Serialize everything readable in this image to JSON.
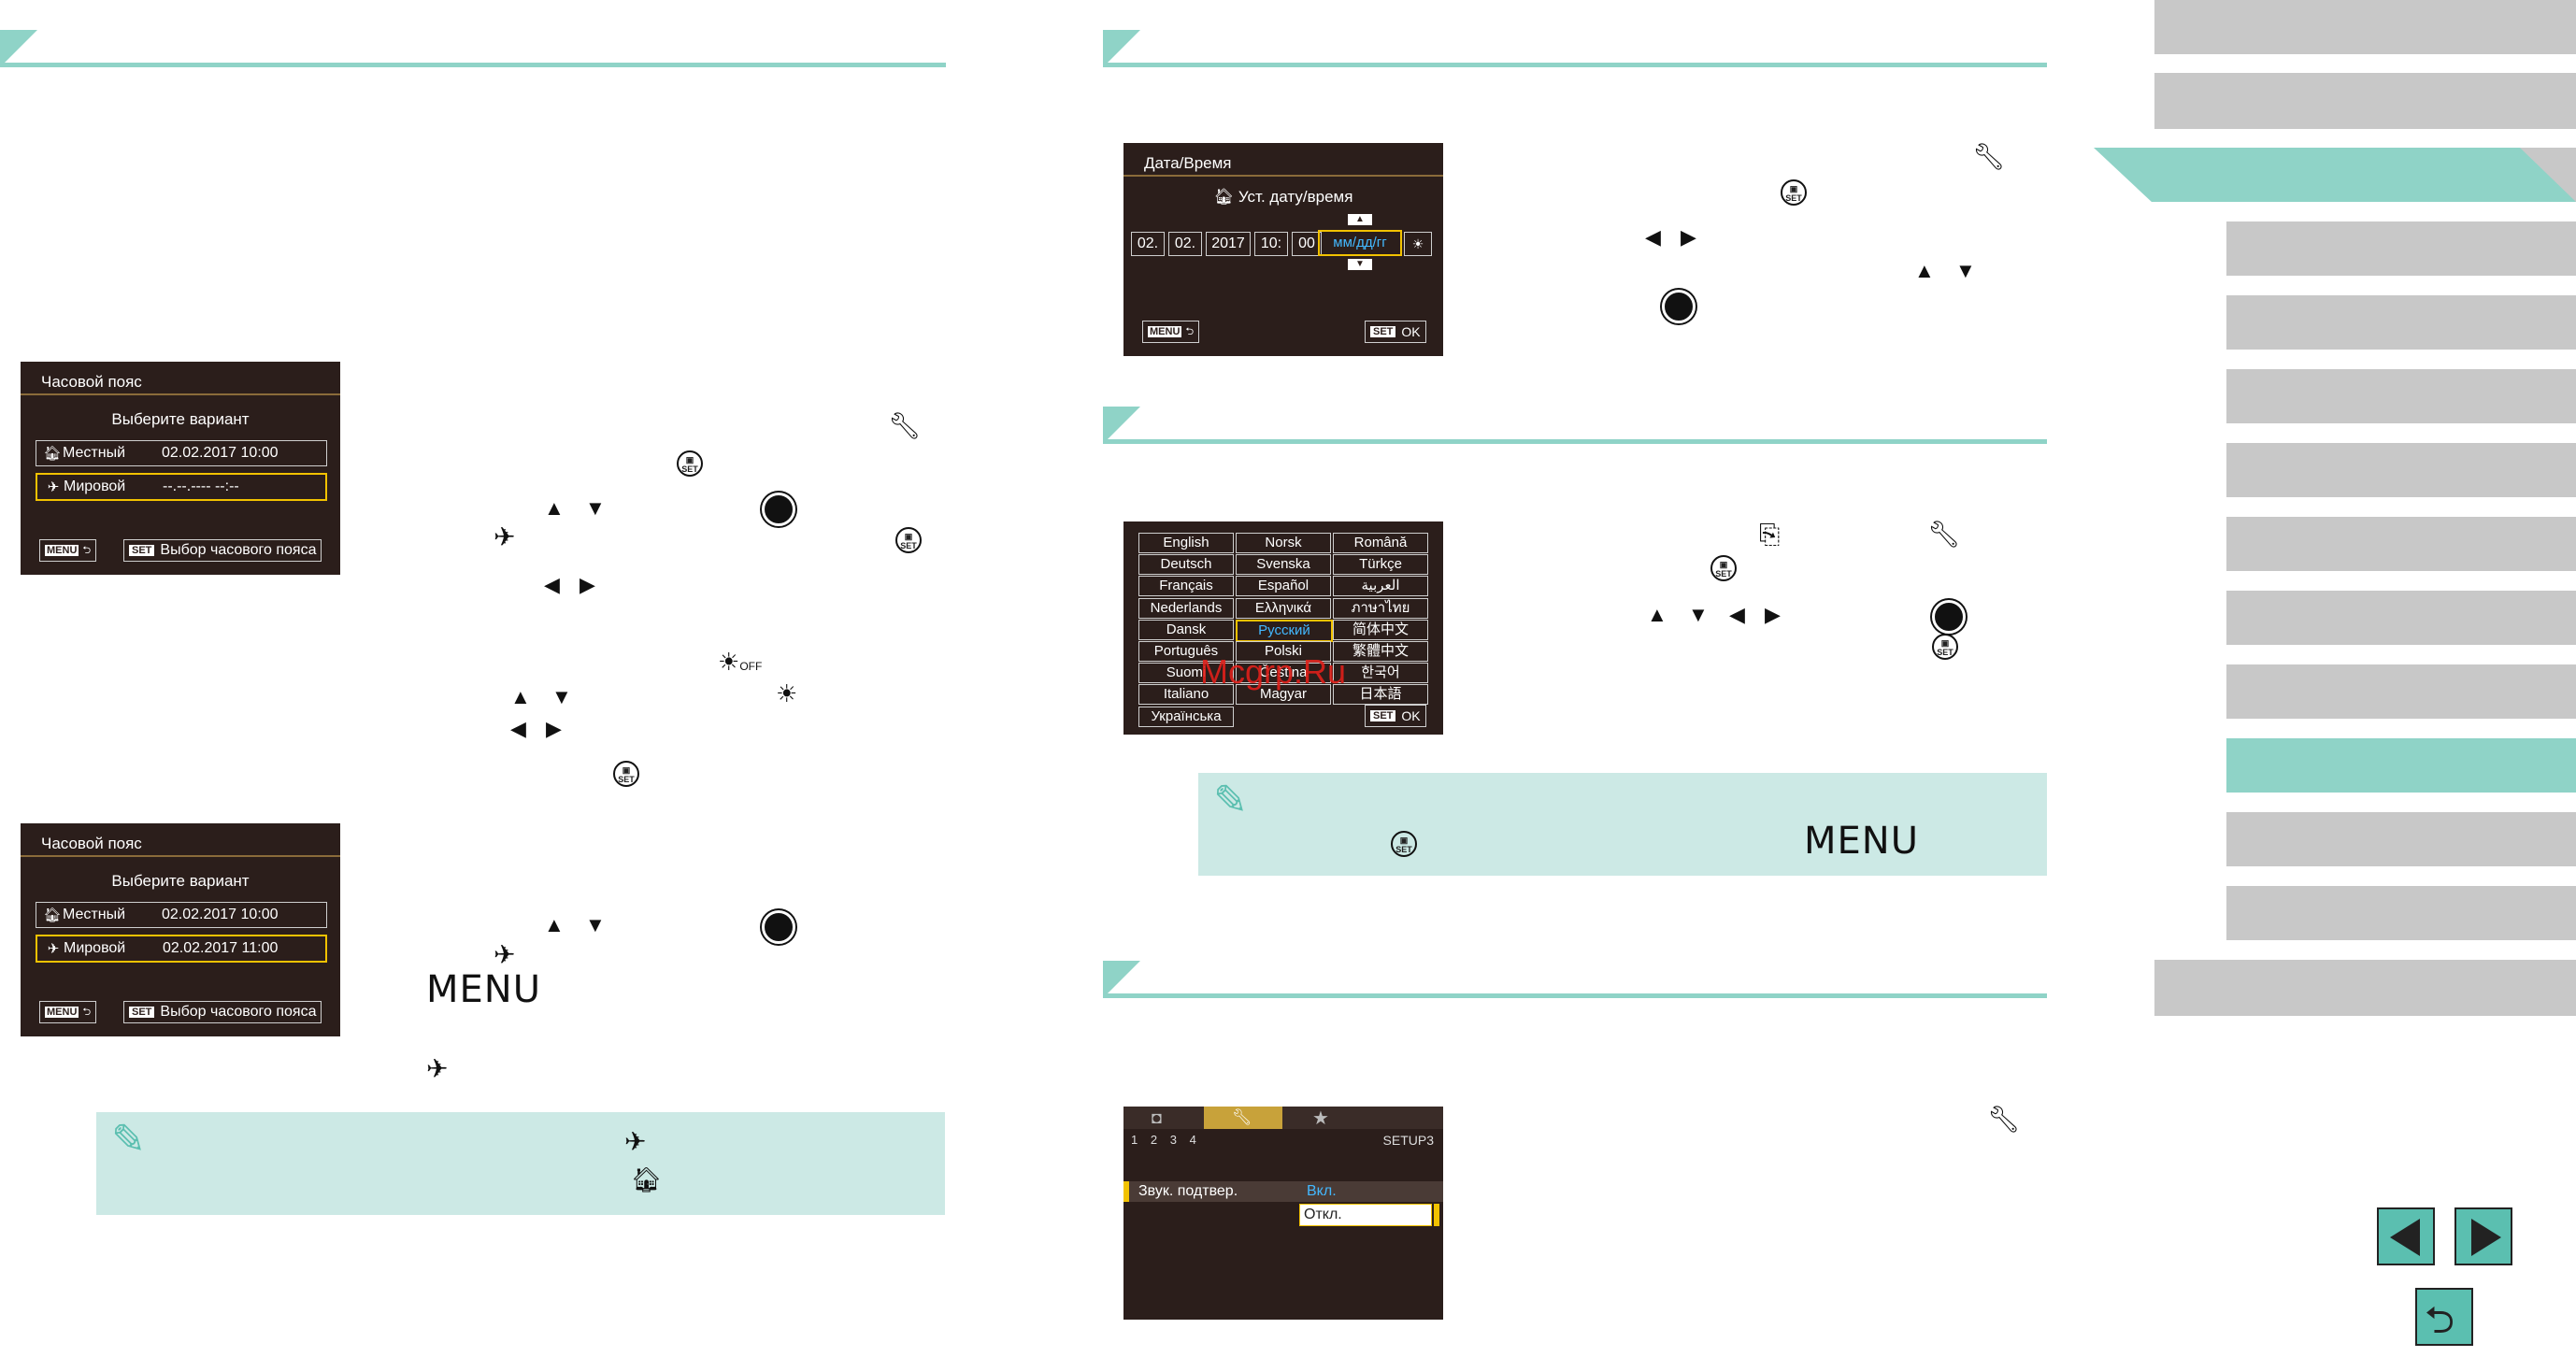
{
  "colors": {
    "accent": "#8fd3c7",
    "note_bg": "#cce9e5",
    "sidebar_gray": "#c8c8c8",
    "screen_bg": "#2b1e1b",
    "select_yellow": "#f2c200",
    "select_blue": "#43b8ff"
  },
  "tz1": {
    "title": "Часовой пояс",
    "subtitle": "Выберите вариант",
    "row1": {
      "icon": "home-icon",
      "name": "Местный",
      "value": "02.02.2017 10:00"
    },
    "row2": {
      "icon": "airplane-icon",
      "name": "Мировой",
      "value": "--.--.---- --:--"
    },
    "menu_label": "MENU",
    "set_label": "SET",
    "set_text": "Выбор часового пояса"
  },
  "tz2": {
    "title": "Часовой пояс",
    "subtitle": "Выберите вариант",
    "row1": {
      "icon": "home-icon",
      "name": "Местный",
      "value": "02.02.2017 10:00"
    },
    "row2": {
      "icon": "airplane-icon",
      "name": "Мировой",
      "value": "02.02.2017 11:00"
    },
    "menu_label": "MENU",
    "set_label": "SET",
    "set_text": "Выбор часового пояса"
  },
  "datetime": {
    "title": "Дата/Время",
    "subtitle": "Уст. дату/время",
    "fields": [
      "02.",
      "02.",
      "2017",
      "10:",
      "00"
    ],
    "format": "мм/дд/гг",
    "menu_label": "MENU",
    "set_label": "SET",
    "ok": "OK"
  },
  "language": {
    "col1": [
      "English",
      "Deutsch",
      "Français",
      "Nederlands",
      "Dansk",
      "Português",
      "Suomi",
      "Italiano",
      "Українська"
    ],
    "col2": [
      "Norsk",
      "Svenska",
      "Español",
      "Ελληνικά",
      "Русский",
      "Polski",
      "Čeština",
      "Magyar"
    ],
    "col3": [
      "Română",
      "Türkçe",
      "العربية",
      "ภาษาไทย",
      "简体中文",
      "繁體中文",
      "한국어",
      "日本語"
    ],
    "selected": "Русский",
    "set_label": "SET",
    "ok": "OK",
    "watermark": "Mcgrp.Ru"
  },
  "setup_menu": {
    "tabs_numbers": [
      "1",
      "2",
      "3",
      "4"
    ],
    "tab_name": "SETUP3",
    "item_label": "Звук. подтвер.",
    "option_on": "Вкл.",
    "option_off": "Откл."
  },
  "page_words": {
    "menu1": "MENU",
    "menu2": "MENU"
  }
}
